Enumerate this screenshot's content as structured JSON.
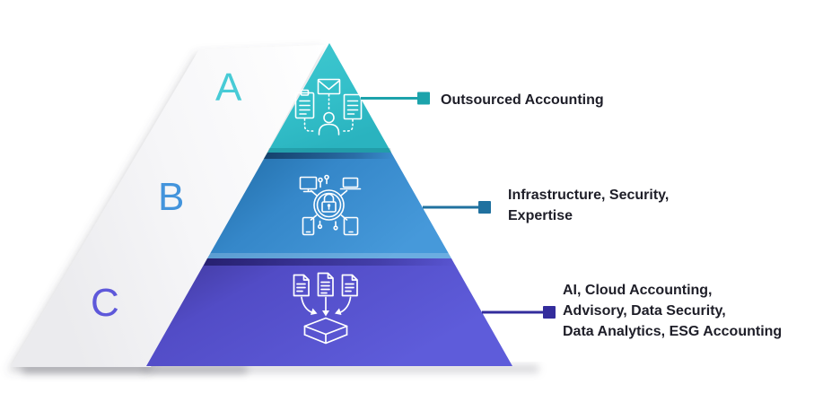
{
  "diagram": {
    "type": "pyramid-3-tier",
    "background_color": "#ffffff",
    "text_color": "#1e1e28",
    "tiers": [
      {
        "letter": "A",
        "letter_color": "#48cbd6",
        "icon": "outsourced-accounting-workflow-icon",
        "label_lines": [
          "Outsourced Accounting"
        ],
        "face_color": "#34c1ca",
        "connector_color": "#1ca3ab"
      },
      {
        "letter": "B",
        "letter_color": "#4394dc",
        "icon": "network-security-lock-icon",
        "label_lines": [
          "Infrastructure, Security,",
          "Expertise"
        ],
        "face_color": "#3c8ed2",
        "connector_color": "#20719f"
      },
      {
        "letter": "C",
        "letter_color": "#5e58da",
        "icon": "documents-into-database-icon",
        "label_lines": [
          "AI, Cloud Accounting,",
          "Advisory, Data Security,",
          "Data Analytics, ESG Accounting"
        ],
        "face_color": "#5a58d6",
        "connector_color": "#332c9c"
      }
    ]
  }
}
